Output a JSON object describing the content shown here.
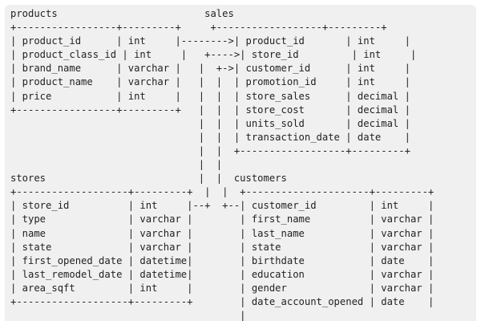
{
  "schema_diagram": {
    "lines": [
      "products                         sales",
      "+-----------------+---------+     +------------------+---------+",
      "| product_id      | int     |-------->| product_id       | int     |",
      "| product_class_id | int     |   +---->| store_id         | int     |",
      "| brand_name      | varchar |   |  +->| customer_id      | int     |",
      "| product_name    | varchar |   |  |  | promotion_id     | int     |",
      "| price           | int     |   |  |  | store_sales      | decimal |",
      "+-----------------+---------+   |  |  | store_cost       | decimal |",
      "                                |  |  | units_sold       | decimal |",
      "                                |  |  | transaction_date | date    |",
      "                                |  |  +------------------+---------+",
      "                                |  |",
      "stores                          |  |  customers",
      "+-------------------+---------+  |  |  +---------------------+---------+",
      "| store_id          | int     |--+  +--| customer_id         | int     |",
      "| type              | varchar |        | first_name          | varchar |",
      "| name              | varchar |        | last_name           | varchar |",
      "| state             | varchar |        | state               | varchar |",
      "| first_opened_date | datetime|        | birthdate           | date    |",
      "| last_remodel_date | datetime|        | education           | varchar |",
      "| area_sqft         | int     |        | gender              | varchar |",
      "+-------------------+---------+        | date_account_opened | date    |",
      "                                       |"
    ]
  }
}
